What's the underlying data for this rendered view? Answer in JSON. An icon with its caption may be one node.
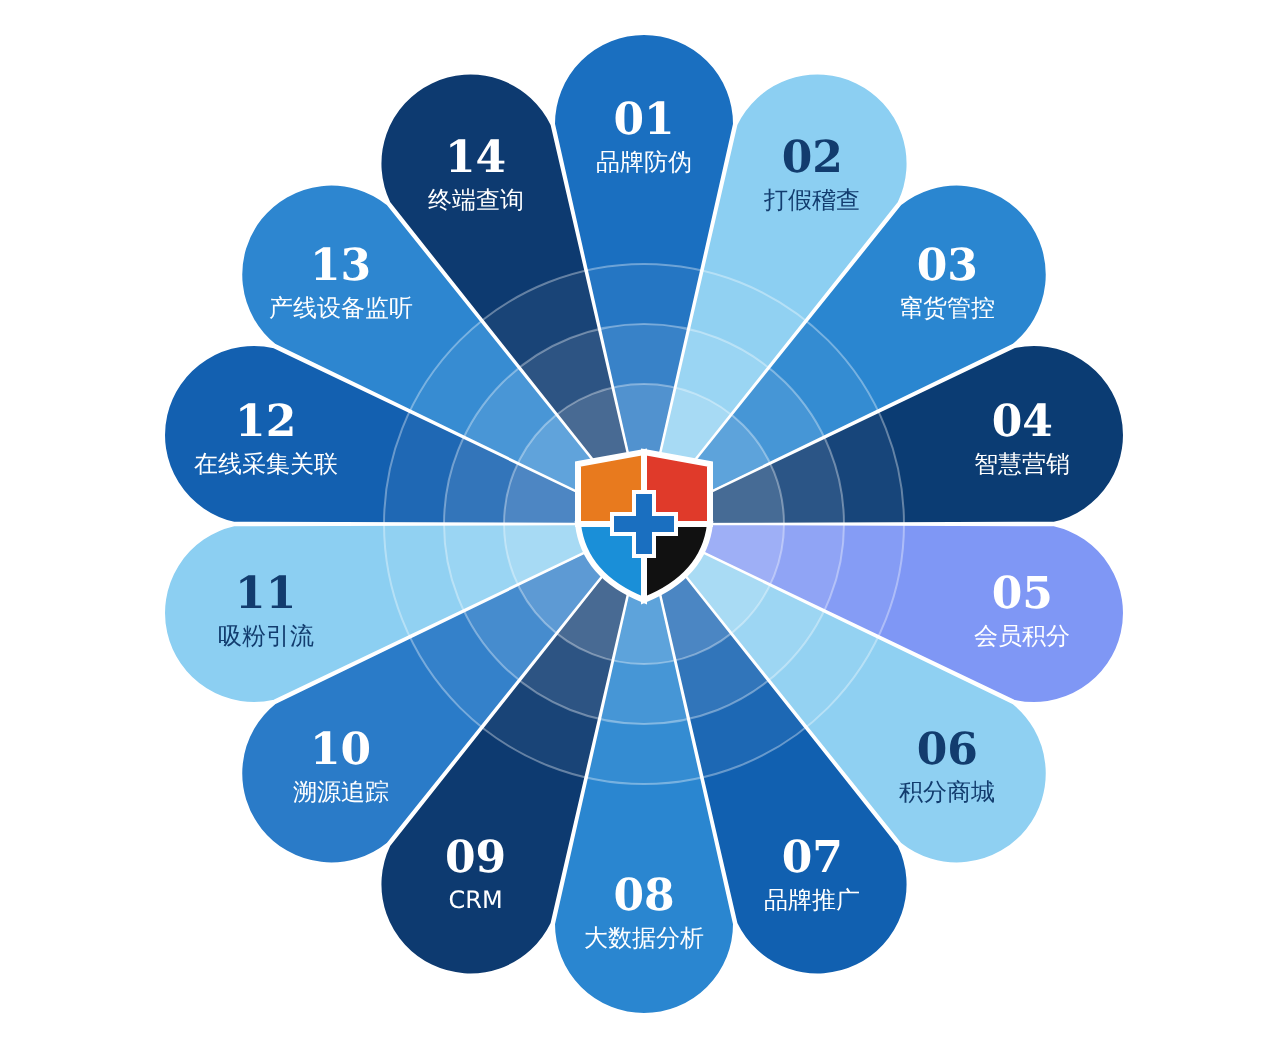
{
  "diagram": {
    "nodes": [
      {
        "text": [
          "01",
          "品牌防伪"
        ]
      },
      {
        "text": [
          "02",
          "打假稽查"
        ]
      },
      {
        "text": [
          "03",
          "窜货管控"
        ]
      },
      {
        "text": [
          "04",
          "智慧营销"
        ]
      },
      {
        "text": [
          "05",
          "会员积分"
        ]
      },
      {
        "text": [
          "06",
          "积分商城"
        ]
      },
      {
        "text": [
          "07",
          "品牌推广"
        ]
      },
      {
        "text": [
          "08",
          "大数据分析"
        ]
      },
      {
        "text": [
          "09",
          "CRM"
        ]
      },
      {
        "text": [
          "10",
          "溯源追踪"
        ]
      },
      {
        "text": [
          "11",
          "吸粉引流"
        ]
      },
      {
        "text": [
          "12",
          "在线采集关联"
        ]
      },
      {
        "text": [
          "13",
          "产线设备监听"
        ]
      },
      {
        "text": [
          "14",
          "终端查询"
        ]
      }
    ]
  }
}
